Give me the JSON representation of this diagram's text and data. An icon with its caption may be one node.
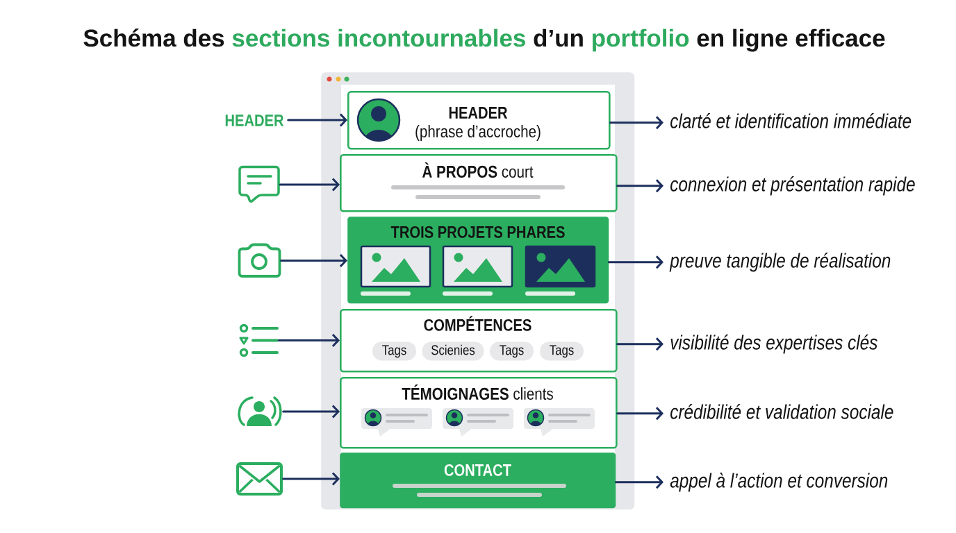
{
  "diagram": {
    "title": "Schéma des sections incontournables d’un portfolio en ligne efficace",
    "nodes": [
      {
        "text": [],
        "shape": "box"
      },
      {
        "text": [
          "HEADER",
          "(phrase d’accroche)"
        ],
        "in": 0
      },
      {
        "text": [
          "**À PROPOS** court"
        ],
        "in": 0
      },
      {
        "text": [
          "TROIS PROJETS PHARES"
        ],
        "in": 0
      },
      {
        "text": [
          "COMPÉTENCES"
        ],
        "in": 0
      },
      {
        "text": [
          "Tags"
        ],
        "in": 4
      },
      {
        "text": [
          "Scienies"
        ],
        "in": 4
      },
      {
        "text": [
          "Tags"
        ],
        "in": 4
      },
      {
        "text": [
          "Tags"
        ],
        "in": 4
      },
      {
        "text": [
          "**TÉMOIGNAGES** clients"
        ],
        "in": 0
      },
      {
        "text": [
          "CONTACT"
        ],
        "in": 0
      },
      {
        "text": [
          "HEADER"
        ]
      },
      {
        "text": [],
        "shape": "picture"
      },
      {
        "text": [],
        "shape": "picture"
      },
      {
        "text": [],
        "shape": "picture"
      },
      {
        "text": [],
        "shape": "picture"
      },
      {
        "text": [],
        "shape": "picture"
      },
      {
        "text": [
          "clarté et identification immédiate"
        ]
      },
      {
        "text": [
          "connexion et présentation rapide"
        ]
      },
      {
        "text": [
          "preuve tangible de réalisation"
        ]
      },
      {
        "text": [
          "visibilité des expertises clés"
        ]
      },
      {
        "text": [
          "crédibilité et validation sociale"
        ]
      },
      {
        "text": [
          "appel à l’action et conversion"
        ]
      }
    ],
    "edges": [
      {
        "from": 11,
        "to": 1,
        "arrow": "to"
      },
      {
        "from": 12,
        "to": 2,
        "arrow": "to"
      },
      {
        "from": 13,
        "to": 3,
        "arrow": "to"
      },
      {
        "from": 14,
        "to": 4,
        "arrow": "to"
      },
      {
        "from": 15,
        "to": 9,
        "arrow": "to"
      },
      {
        "from": 16,
        "to": 10,
        "arrow": "to"
      },
      {
        "from": 1,
        "to": 17,
        "arrow": "to"
      },
      {
        "from": 2,
        "to": 18,
        "arrow": "to"
      },
      {
        "from": 3,
        "to": 19,
        "arrow": "to"
      },
      {
        "from": 4,
        "to": 20,
        "arrow": "to"
      },
      {
        "from": 9,
        "to": 21,
        "arrow": "to"
      },
      {
        "from": 10,
        "to": 22,
        "arrow": "to"
      }
    ]
  }
}
